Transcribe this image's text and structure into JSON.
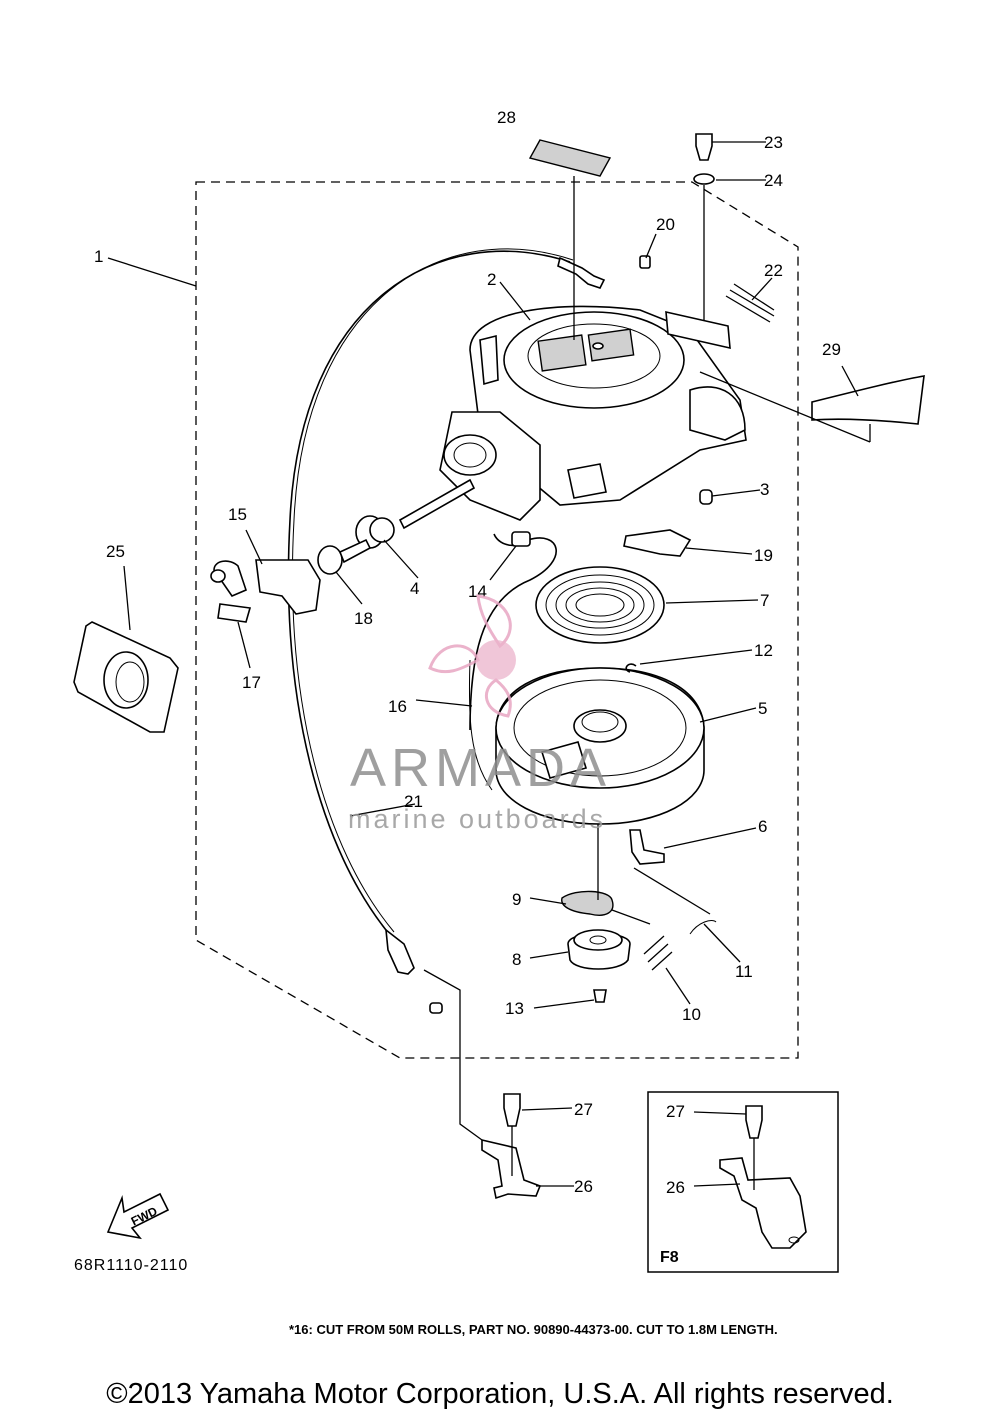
{
  "diagram_code": "68R1110-2110",
  "footnote": "*16: CUT FROM 50M ROLLS, PART NO. 90890-44373-00. CUT TO 1.8M LENGTH.",
  "copyright": "©2013 Yamaha Motor Corporation, U.S.A. All rights reserved.",
  "watermark": {
    "brand": "ARMADA",
    "tagline": "marine outboards",
    "accent_color": "#e8a6c3"
  },
  "inset": {
    "label": "F8"
  },
  "fwd_label": "FWD",
  "callouts": [
    "1",
    "2",
    "3",
    "4",
    "5",
    "6",
    "7",
    "8",
    "9",
    "10",
    "11",
    "12",
    "13",
    "14",
    "15",
    "16",
    "17",
    "18",
    "19",
    "20",
    "21",
    "22",
    "23",
    "24",
    "25",
    "26",
    "27",
    "28",
    "29"
  ],
  "inset_callouts": [
    "27",
    "26"
  ]
}
